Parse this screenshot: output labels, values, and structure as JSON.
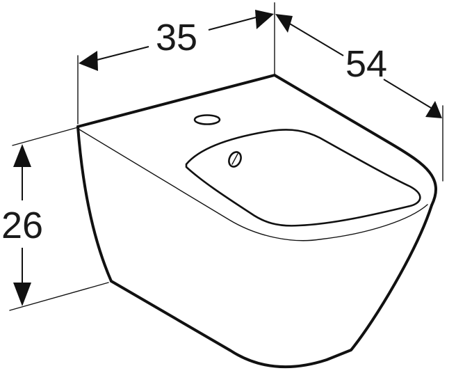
{
  "drawing": {
    "subject": "wall-hung bidet",
    "view": "isometric dimension drawing",
    "colors": {
      "line": "#111111",
      "background": "#ffffff"
    }
  },
  "dimensions": {
    "width": {
      "label": "35",
      "orientation": "top-left edge"
    },
    "depth": {
      "label": "54",
      "orientation": "top-right edge"
    },
    "height": {
      "label": "26",
      "orientation": "left vertical"
    }
  }
}
